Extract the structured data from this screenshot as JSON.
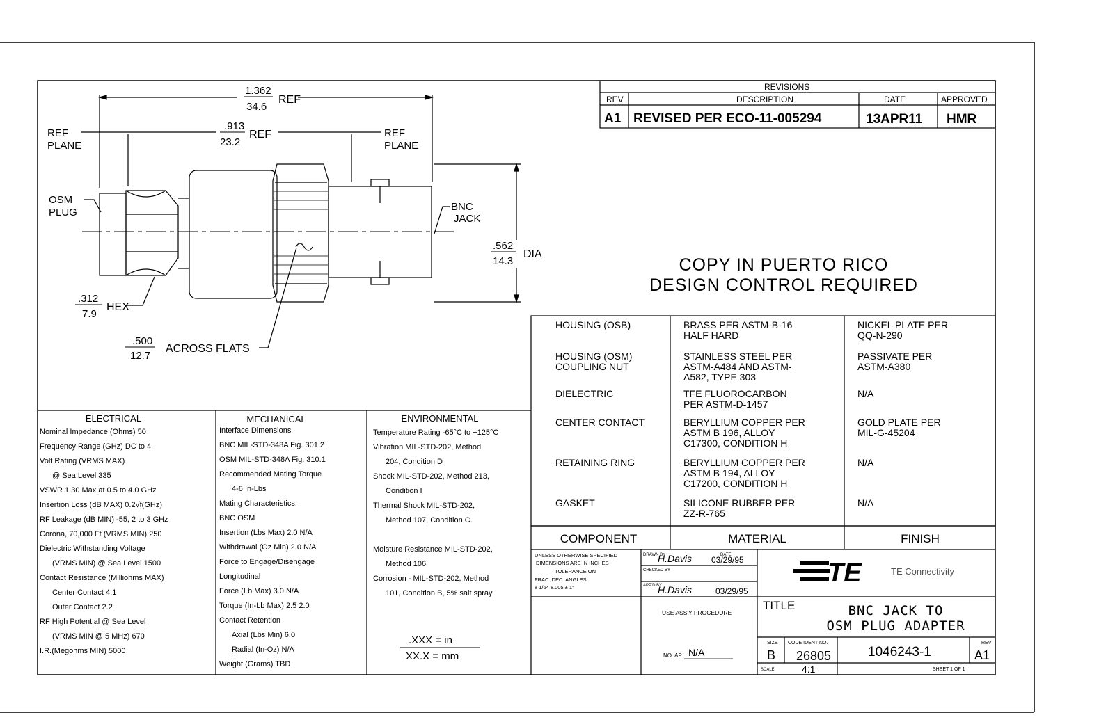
{
  "drawing": {
    "dims": {
      "overall": {
        "in": "1.362",
        "mm": "34.6",
        "suffix": "REF"
      },
      "ref_len": {
        "in": ".913",
        "mm": "23.2",
        "suffix": "REF"
      },
      "ref_plane": "REF",
      "ref_plane2": "PLANE",
      "osm_plug": [
        "OSM",
        "PLUG"
      ],
      "bnc_jack": [
        "BNC",
        "JACK"
      ],
      "dia": {
        "in": ".562",
        "mm": "14.3",
        "suffix": "DIA"
      },
      "hex": {
        "in": ".312",
        "mm": "7.9",
        "suffix": "HEX"
      },
      "flats": {
        "in": ".500",
        "mm": "12.7",
        "suffix": "ACROSS FLATS"
      }
    }
  },
  "revisions": {
    "title": "REVISIONS",
    "headers": [
      "REV",
      "DESCRIPTION",
      "DATE",
      "APPROVED"
    ],
    "row": [
      "A1",
      "REVISED PER ECO-11-005294",
      "13APR11",
      "HMR"
    ]
  },
  "notice": [
    "COPY IN PUERTO RICO",
    "DESIGN CONTROL REQUIRED"
  ],
  "bom": {
    "rows": [
      {
        "component": [
          "HOUSING  (OSB)"
        ],
        "material": [
          "BRASS PER ASTM-B-16",
          "HALF HARD"
        ],
        "finish": [
          "NICKEL PLATE PER",
          "QQ-N-290"
        ]
      },
      {
        "component": [
          "HOUSING (OSM)",
          "COUPLING NUT"
        ],
        "material": [
          "STAINLESS STEEL PER",
          "ASTM-A484 AND ASTM-",
          "A582, TYPE 303"
        ],
        "finish": [
          "PASSIVATE PER",
          "ASTM-A380"
        ]
      },
      {
        "component": [
          "DIELECTRIC"
        ],
        "material": [
          "TFE FLUOROCARBON",
          "PER ASTM-D-1457"
        ],
        "finish": [
          "N/A"
        ]
      },
      {
        "component": [
          "CENTER CONTACT"
        ],
        "material": [
          "BERYLLIUM COPPER PER",
          "ASTM B 196, ALLOY",
          "C17300, CONDITION H"
        ],
        "finish": [
          "GOLD PLATE PER",
          "MIL-G-45204"
        ]
      },
      {
        "component": [
          "RETAINING RING"
        ],
        "material": [
          "BERYLLIUM COPPER PER",
          "ASTM B 194, ALLOY",
          "C17200, CONDITION H"
        ],
        "finish": [
          "N/A"
        ]
      },
      {
        "component": [
          "GASKET"
        ],
        "material": [
          "SILICONE RUBBER PER",
          "ZZ-R-765"
        ],
        "finish": [
          "N/A"
        ]
      }
    ],
    "headers": [
      "COMPONENT",
      "MATERIAL",
      "FINISH"
    ]
  },
  "specs": {
    "electrical": {
      "title": "ELECTRICAL",
      "lines": [
        "Nominal Impedance (Ohms)   50",
        "Frequency Range (GHz) DC to 4",
        "Volt Rating (VRMS MAX)",
        "   @ Sea Level   335",
        "VSWR  1.30 Max at 0.5 to 4.0 GHz",
        "Insertion Loss (dB MAX)  0.2√f(GHz)",
        "RF Leakage (dB MIN)  -55, 2 to 3 GHz",
        "Corona, 70,000 Ft (VRMS MIN)   250",
        "Dielectric Withstanding Voltage",
        "   (VRMS MIN) @ Sea Level   1500",
        "Contact Resistance (Milliohms MAX)",
        "   Center Contact   4.1",
        "   Outer Contact   2.2",
        "RF High Potential @ Sea Level",
        "   (VRMS MIN @ 5 MHz)   670",
        "I.R.(Megohms MIN)   5000"
      ]
    },
    "mechanical": {
      "title": "MECHANICAL",
      "lines": [
        "Interface Dimensions",
        "BNC  MIL-STD-348A Fig. 301.2",
        "OSM  MIL-STD-348A Fig. 310.1",
        "Recommended Mating Torque",
        "   4-6 In-Lbs",
        "Mating Characteristics:",
        "BNC   OSM",
        "Insertion (Lbs Max)   2.0   N/A",
        "Withdrawal (Oz Min)   2.0   N/A",
        "Force to Engage/Disengage",
        "Longitudinal",
        "Force (Lb Max)   3.0   N/A",
        "Torque (In-Lb Max)   2.5   2.0",
        "Contact Retention",
        "   Axial (Lbs Min)   6.0",
        "   Radial (In-Oz)   N/A",
        "Weight (Grams)   TBD"
      ]
    },
    "environmental": {
      "title": "ENVIRONMENTAL",
      "lines": [
        "Temperature Rating  -65°C to +125°C",
        "Vibration MIL-STD-202, Method",
        "   204, Condition D",
        "Shock MIL-STD-202, Method 213,",
        "   Condition I",
        "Thermal Shock MIL-STD-202,",
        "   Method 107, Condition C.",
        "",
        "Moisture Resistance MIL-STD-202,",
        "   Method 106",
        "Corrosion - MIL-STD-202, Method",
        "   101, Condition B, 5% salt spray"
      ],
      "units": [
        ".XXX  =  in",
        "XX.X  =  mm"
      ]
    }
  },
  "title_block": {
    "tolerance": [
      "UNLESS OTHERWISE SPECIFIED",
      "DIMENSIONS ARE IN INCHES",
      "TOLERANCE ON",
      "FRAC.    DEC.    ANGLES",
      "± 1/64    ±.005    ± 1°"
    ],
    "drawn_by_label": "DRAWN BY",
    "date_label": "DATE",
    "drawn_date": "03/29/95",
    "checked_by_label": "CHECKED BY",
    "appd_by_label": "APP'D BY",
    "appd_date": "03/29/95",
    "signature": "H.Davis",
    "use_assy": "USE ASS'Y PROCEDURE",
    "no_ap_label": "NO. AP.",
    "no_ap_value": "N/A",
    "logo": "TE",
    "company": "TE Connectivity",
    "title_label": "TITLE",
    "title_lines": [
      "BNC JACK TO",
      "OSM PLUG ADAPTER"
    ],
    "size_label": "SIZE",
    "size": "B",
    "code_ident_label": "CODE IDENT NO.",
    "code_ident": "26805",
    "part_no": "1046243-1",
    "rev_label": "REV",
    "rev": "A1",
    "scale_label": "SCALE",
    "scale": "4:1",
    "sheet": "SHEET  1  OF  1"
  }
}
